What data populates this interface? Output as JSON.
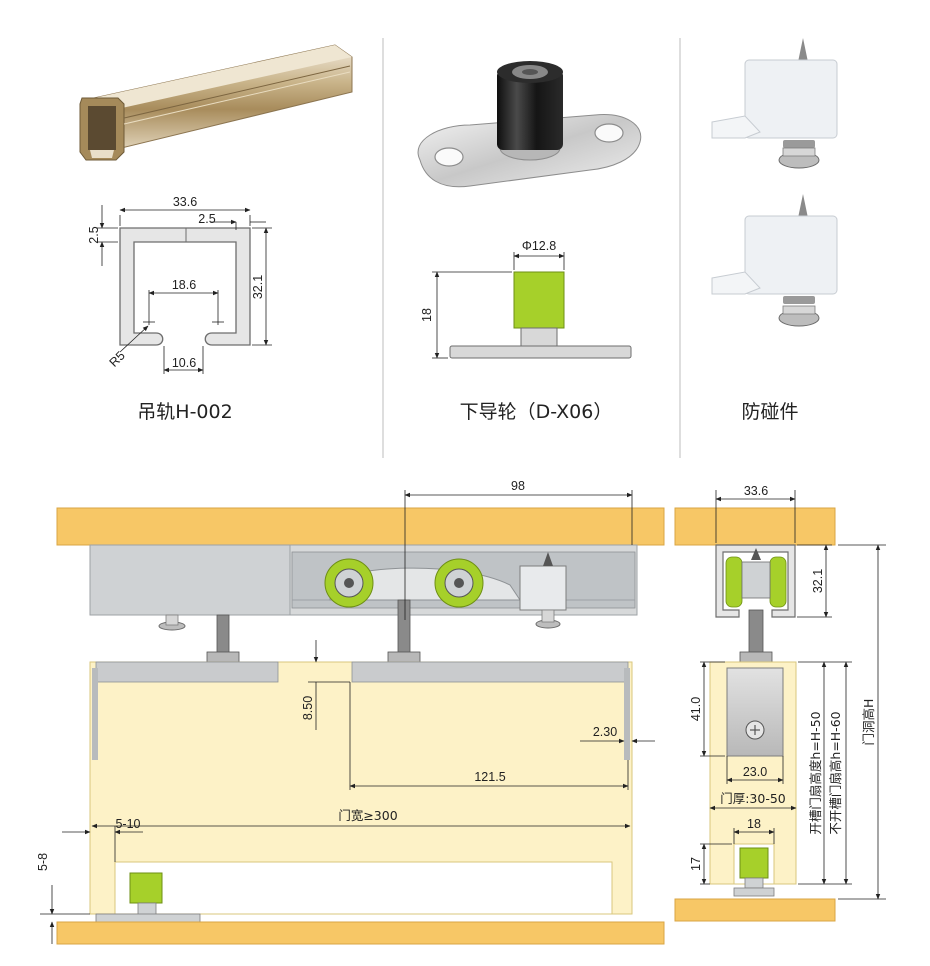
{
  "colors": {
    "wood": "#f7c766",
    "wood_edge": "#d9a644",
    "door": "#fdf2c7",
    "metal": "#d7d9da",
    "metal_dark": "#9ea2a5",
    "green": "#a6d02a",
    "black_part": "#1c1c1c",
    "line": "#222222",
    "divider": "#bdbdbd"
  },
  "products": {
    "rail": {
      "caption": "吊轨H-002",
      "dims": {
        "width": "33.6",
        "lip_right": "2.5",
        "lip_left": "2.5",
        "height": "32.1",
        "inner": "18.6",
        "radius": "R5",
        "slot": "10.6"
      }
    },
    "guide": {
      "caption": "下导轮（D-X06）",
      "dims": {
        "diameter": "Φ12.8",
        "height": "18"
      }
    },
    "stopper": {
      "caption": "防碰件"
    }
  },
  "front_view": {
    "dims": {
      "top": "98",
      "gap": "8.50",
      "side": "2.30",
      "span": "121.5",
      "door_width": "门宽≥300",
      "edge": "5-10",
      "bottom": "5-8"
    }
  },
  "side_view": {
    "dims": {
      "rail_width": "33.6",
      "rail_height": "32.1",
      "bracket_height": "41.0",
      "bracket_width": "23.0",
      "door_thickness": "门厚:30-50",
      "groove_width": "18",
      "groove_depth": "17",
      "door_height_slot": "开槽门扇高度h=H-50",
      "door_height_noslot": "不开槽门扇高h=H-60",
      "opening_height": "门洞高H"
    }
  }
}
